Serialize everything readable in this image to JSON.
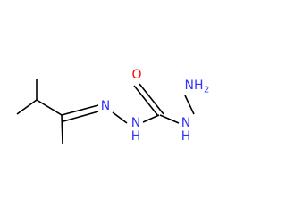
{
  "atoms": {
    "imine_n": {
      "symbol": "N"
    },
    "nh_1": {
      "symbol": "N",
      "h": "H"
    },
    "carbonyl_o": {
      "symbol": "O"
    },
    "nh_2": {
      "symbol": "N",
      "h": "H"
    },
    "terminal_n": {
      "symbol": "NH",
      "subscript": "2"
    }
  },
  "colors": {
    "bond": "#000000",
    "nitrogen": "#3333ff",
    "oxygen": "#ff0000"
  }
}
